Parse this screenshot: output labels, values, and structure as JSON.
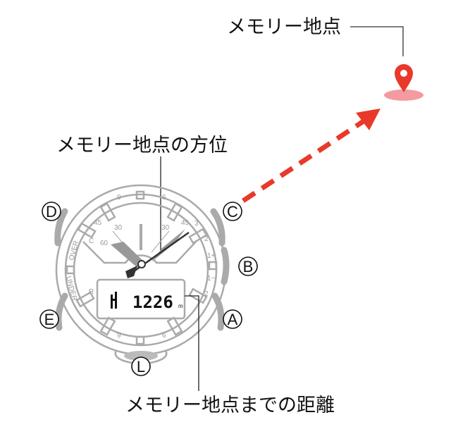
{
  "labels": {
    "memory_point": "メモリー地点",
    "memory_direction": "メモリー地点の方位",
    "memory_distance": "メモリー地点までの距離"
  },
  "buttons": {
    "a": "A",
    "b": "B",
    "c": "C",
    "d": "D",
    "e": "E",
    "l": "L"
  },
  "display": {
    "distance": "1226",
    "unit": "m"
  },
  "dial": {
    "top_left": "9",
    "top_right": "6",
    "bottom_left": "9",
    "bottom_right": "6",
    "n45l": "45",
    "n30": "30",
    "n60": "60",
    "n30r": "30",
    "n45r": "45",
    "n3": "3",
    "c": "C",
    "r": "R",
    "over": "OVER",
    "under": "UNDER",
    "s2": "2",
    "s1p": "1+",
    "s1m": "1−",
    "s2b": "2"
  },
  "colors": {
    "arrow": "#e8392b",
    "pin": "#e8392b",
    "pin_shadow": "#f59aa0",
    "watch": "#aaaaaa",
    "hand": "#333333"
  }
}
